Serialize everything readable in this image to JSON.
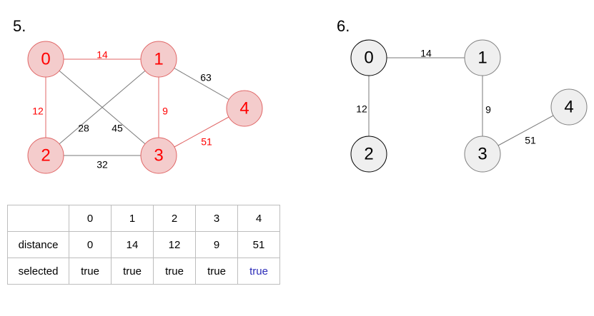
{
  "diagram5": {
    "label": "5.",
    "nodes": [
      {
        "id": "0",
        "state": "red"
      },
      {
        "id": "1",
        "state": "red"
      },
      {
        "id": "2",
        "state": "red"
      },
      {
        "id": "3",
        "state": "red"
      },
      {
        "id": "4",
        "state": "red"
      }
    ],
    "edges": [
      {
        "from": "0",
        "to": "1",
        "weight": "14",
        "state": "red"
      },
      {
        "from": "0",
        "to": "2",
        "weight": "12",
        "state": "red"
      },
      {
        "from": "0",
        "to": "3",
        "weight": "45",
        "state": "gray"
      },
      {
        "from": "1",
        "to": "2",
        "weight": "28",
        "state": "gray"
      },
      {
        "from": "1",
        "to": "3",
        "weight": "9",
        "state": "red"
      },
      {
        "from": "1",
        "to": "4",
        "weight": "63",
        "state": "gray"
      },
      {
        "from": "2",
        "to": "3",
        "weight": "32",
        "state": "gray"
      },
      {
        "from": "3",
        "to": "4",
        "weight": "51",
        "state": "red"
      }
    ]
  },
  "diagram6": {
    "label": "6.",
    "nodes": [
      {
        "id": "0",
        "state": "dark"
      },
      {
        "id": "1",
        "state": "light"
      },
      {
        "id": "2",
        "state": "dark"
      },
      {
        "id": "3",
        "state": "light"
      },
      {
        "id": "4",
        "state": "light"
      }
    ],
    "edges": [
      {
        "from": "0",
        "to": "1",
        "weight": "14"
      },
      {
        "from": "0",
        "to": "2",
        "weight": "12"
      },
      {
        "from": "1",
        "to": "3",
        "weight": "9"
      },
      {
        "from": "3",
        "to": "4",
        "weight": "51"
      }
    ]
  },
  "table": {
    "headers": [
      "",
      "0",
      "1",
      "2",
      "3",
      "4"
    ],
    "rows": [
      {
        "label": "distance",
        "values": [
          "0",
          "14",
          "12",
          "9",
          "51"
        ]
      },
      {
        "label": "selected",
        "values": [
          "true",
          "true",
          "true",
          "true",
          "true"
        ]
      }
    ],
    "highlight_color": "#2d2db8"
  },
  "colors": {
    "red_stroke": "#e06666",
    "red_fill": "#f4cccc",
    "red_text": "#ff0000",
    "gray_line": "#7a7a7a",
    "light_fill": "#efefef",
    "light_stroke": "#7f7f7f",
    "dark_stroke": "#000000"
  }
}
